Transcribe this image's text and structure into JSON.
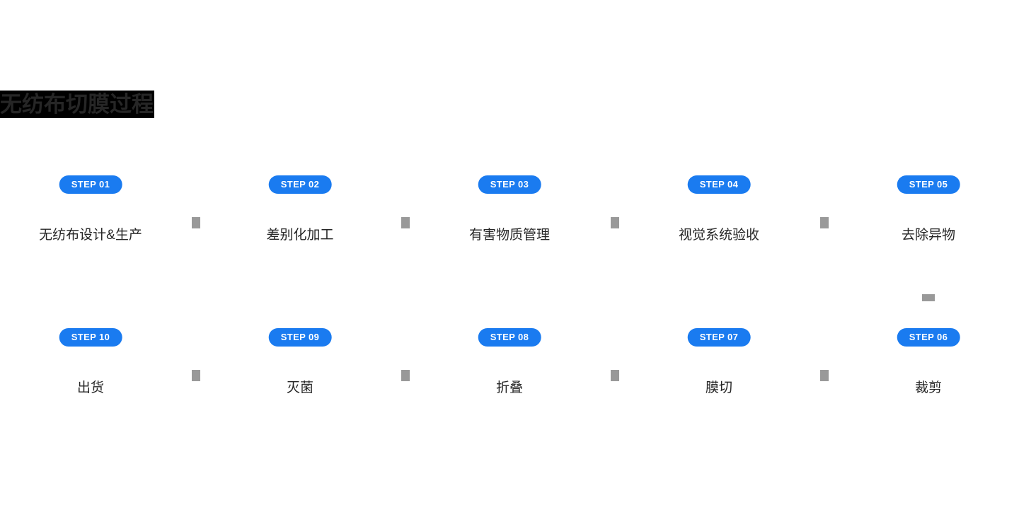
{
  "page": {
    "title": "无纺布切膜过程",
    "background_color": "#ffffff",
    "title_highlight_color": "#000000",
    "title_text_color": "#262626",
    "accent_color": "#1a7bf0",
    "connector_color": "#999999"
  },
  "flow": {
    "rows": [
      {
        "row_id": "row-1",
        "direction": "left-to-right",
        "steps": [
          {
            "badge": "STEP 01",
            "label": "无纺布设计&生产"
          },
          {
            "badge": "STEP 02",
            "label": "差别化加工"
          },
          {
            "badge": "STEP 03",
            "label": "有害物质管理"
          },
          {
            "badge": "STEP 04",
            "label": "视觉系统验收"
          },
          {
            "badge": "STEP 05",
            "label": "去除异物"
          }
        ]
      },
      {
        "row_id": "row-2",
        "direction": "right-to-left",
        "steps": [
          {
            "badge": "STEP 10",
            "label": "出货"
          },
          {
            "badge": "STEP 09",
            "label": "灭菌"
          },
          {
            "badge": "STEP 08",
            "label": "折叠"
          },
          {
            "badge": "STEP 07",
            "label": "膜切"
          },
          {
            "badge": "STEP 06",
            "label": "裁剪"
          }
        ]
      }
    ],
    "connectors": {
      "row1_horizontal_count": 4,
      "row2_horizontal_count": 4,
      "vertical_count": 1
    }
  }
}
